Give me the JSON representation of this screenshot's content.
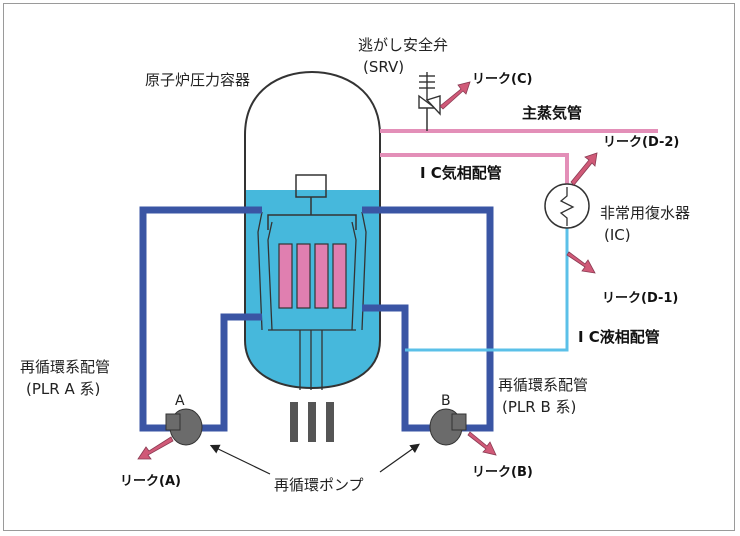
{
  "labels": {
    "srv_name": "逃がし安全弁",
    "srv_abbr": "(SRV)",
    "rpv": "原子炉圧力容器",
    "main_steam": "主蒸気管",
    "ic_gas": "I C気相配管",
    "ic_liquid": "I C液相配管",
    "ic_name": "非常用復水器",
    "ic_abbr": "(IC)",
    "plr_a_1": "再循環系配管",
    "plr_a_2": "(PLR A 系)",
    "plr_b_1": "再循環系配管",
    "plr_b_2": "(PLR B 系)",
    "pump": "再循環ポンプ",
    "pump_a": "A",
    "pump_b": "B"
  },
  "leaks": {
    "a": "リーク(A)",
    "b": "リーク(B)",
    "c": "リーク(C)",
    "d1": "リーク(D-1)",
    "d2": "リーク(D-2)"
  },
  "colors": {
    "water": "#46b8dc",
    "vessel_line": "#333333",
    "plr_pipe": "#3a55a4",
    "steam_pipe": "#e38fb8",
    "ic_liquid_pipe": "#5bc0e8",
    "fuel": "#e07fb0",
    "leak_arrow": "#d05a78",
    "pump": "#6b6b6b"
  }
}
